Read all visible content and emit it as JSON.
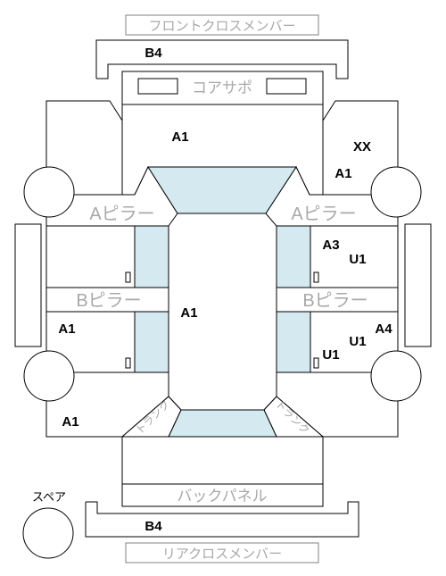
{
  "parts": {
    "front_cross_member": "フロントクロスメンバー",
    "core_support": "コアサポ",
    "a_pillar_left": "Aピラー",
    "a_pillar_right": "Aピラー",
    "b_pillar_left": "Bピラー",
    "b_pillar_right": "Bピラー",
    "trunk_left": "トランク",
    "trunk_right": "トランク",
    "back_panel": "バックパネル",
    "spare": "スペア",
    "rear_cross_member": "リアクロスメンバー"
  },
  "codes": {
    "front_member": "B4",
    "hood": "A1",
    "front_right_xx": "XX",
    "front_right_a1": "A1",
    "right_front_door_a3": "A3",
    "right_front_door_u1": "U1",
    "roof": "A1",
    "left_rear_door": "A1",
    "right_rear_door_a4": "A4",
    "right_rear_door_u1a": "U1",
    "right_rear_door_u1b": "U1",
    "rear_left": "A1",
    "rear_member": "B4"
  },
  "colors": {
    "glass": "#d4e9f0",
    "outline": "#000000",
    "label_gray": "#a8a8a8",
    "label_box_border": "#808080"
  }
}
